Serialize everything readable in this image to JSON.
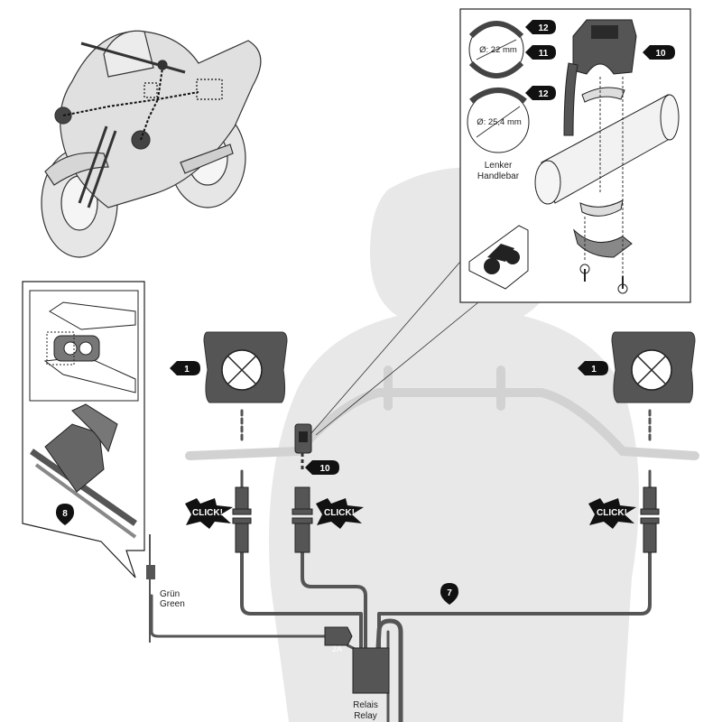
{
  "labels": {
    "n1": "1",
    "n7": "7",
    "n8": "8",
    "n10": "10",
    "n11": "11",
    "n12": "12",
    "click": "CLICK!",
    "gruen": "Grün",
    "green": "Green",
    "fuse": "2A",
    "relais": "Relais",
    "relay": "Relay",
    "lenker": "Lenker",
    "handlebar": "Handlebar",
    "dia22": "Ø: 22 mm",
    "dia254": "Ø: 25,4 mm"
  },
  "colors": {
    "silhouette": "#e6e6e6",
    "device": "#555555",
    "wire": "#555555",
    "badge": "#111111",
    "outline": "#1a1a1a"
  },
  "icons": [
    "motorcycle-illustration",
    "fog-lamp-icon",
    "switch-icon",
    "relay-icon",
    "fuse-icon",
    "connector-icon",
    "handlebar-clamp-icon",
    "pliers-icon",
    "rider-sticker-icon"
  ]
}
